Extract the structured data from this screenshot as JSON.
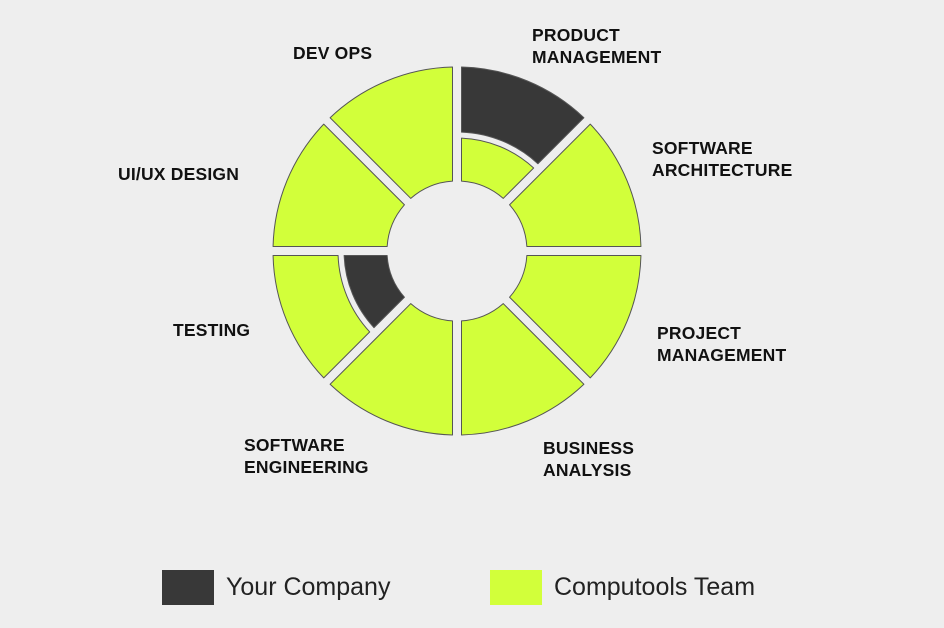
{
  "colors": {
    "your_company": "#383838",
    "computools_team": "#d2ff3a",
    "outline": "#555555",
    "background": "#eeeeee"
  },
  "segments": [
    {
      "id": "product-management",
      "lines": [
        "PRODUCT",
        "MANAGEMENT"
      ],
      "outer": "your_company",
      "inner": "computools_team"
    },
    {
      "id": "software-architecture",
      "lines": [
        "SOFTWARE",
        "ARCHITECTURE"
      ],
      "outer": "computools_team",
      "inner": "computools_team"
    },
    {
      "id": "project-management",
      "lines": [
        "PROJECT",
        "MANAGEMENT"
      ],
      "outer": "computools_team",
      "inner": "computools_team"
    },
    {
      "id": "business-analysis",
      "lines": [
        "BUSINESS",
        "ANALYSIS"
      ],
      "outer": "computools_team",
      "inner": "computools_team"
    },
    {
      "id": "software-engineering",
      "lines": [
        "SOFTWARE",
        "ENGINEERING"
      ],
      "outer": "computools_team",
      "inner": "computools_team"
    },
    {
      "id": "testing",
      "lines": [
        "TESTING"
      ],
      "outer": "computools_team",
      "inner": "your_company"
    },
    {
      "id": "ui-ux-design",
      "lines": [
        "UI/UX DESIGN"
      ],
      "outer": "computools_team",
      "inner": "computools_team"
    },
    {
      "id": "dev-ops",
      "lines": [
        "DEV OPS"
      ],
      "outer": "computools_team",
      "inner": "computools_team"
    }
  ],
  "legend": [
    {
      "key": "your_company",
      "label": "Your Company"
    },
    {
      "key": "computools_team",
      "label": "Computools Team"
    }
  ]
}
